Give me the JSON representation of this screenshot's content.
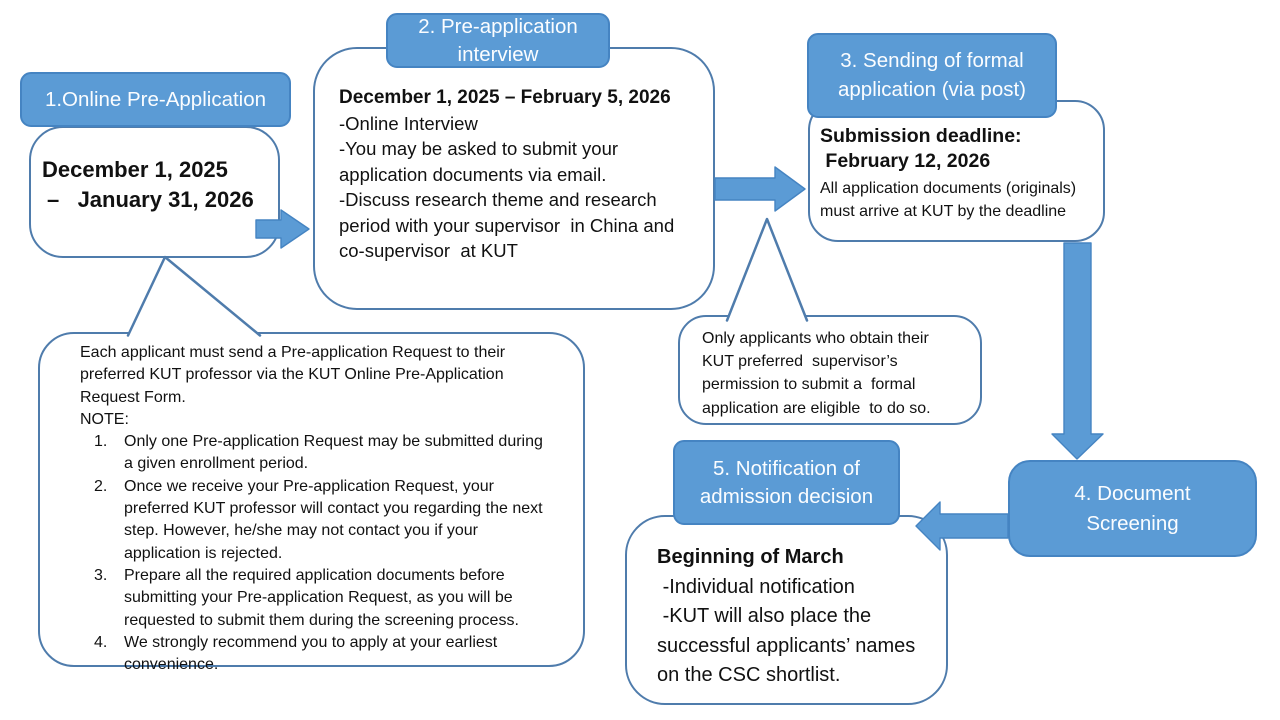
{
  "colors": {
    "accent": "#5B9BD5",
    "accent_border": "#4584C2",
    "line": "#4F7CAC"
  },
  "steps": {
    "s1": {
      "title": "1.Online Pre-Application",
      "date_line1": "December 1, 2025",
      "date_line2": "–   January 31, 2026"
    },
    "s2": {
      "title": "2. Pre-application\ninterview",
      "date_range": "December 1, 2025 – February 5, 2026",
      "details": "-Online Interview\n-You may be asked to submit your\napplication documents via email.\n-Discuss research theme and research\nperiod with your supervisor  in China and\nco-supervisor  at KUT"
    },
    "s3": {
      "title": "3. Sending of formal\napplication (via post)",
      "deadline": "Submission deadline:\n February 12, 2026",
      "note": "All application documents (originals)\nmust arrive at KUT by the deadline"
    },
    "s4": {
      "title": "4. Document\nScreening"
    },
    "s5": {
      "title": "5. Notification of\nadmission decision",
      "date": "Beginning of March",
      "details": " -Individual notification\n -KUT will also place the\nsuccessful applicants’ names\non the CSC shortlist."
    }
  },
  "callouts": {
    "pre_application_note": {
      "intro": "Each applicant must send a Pre-application Request to their\npreferred KUT professor via the KUT Online Pre-Application\nRequest Form.",
      "note_label": "NOTE:",
      "items": [
        {
          "num": "1.",
          "text": "Only one Pre-application Request may be submitted during\na given enrollment period."
        },
        {
          "num": "2.",
          "text": "Once we receive your Pre-application Request, your\npreferred KUT professor will contact you regarding the next\nstep. However, he/she may not contact you if your\napplication is rejected."
        },
        {
          "num": "3.",
          "text": "Prepare all the required application documents before\nsubmitting your Pre-application Request, as you will be\nrequested to submit them during the screening process."
        },
        {
          "num": "4.",
          "text": "We strongly recommend you to apply at your earliest\nconvenience."
        }
      ]
    },
    "eligibility_note": {
      "text": "Only applicants who obtain their\nKUT preferred  supervisor’s\npermission to submit a  formal\napplication are eligible  to do so."
    }
  }
}
